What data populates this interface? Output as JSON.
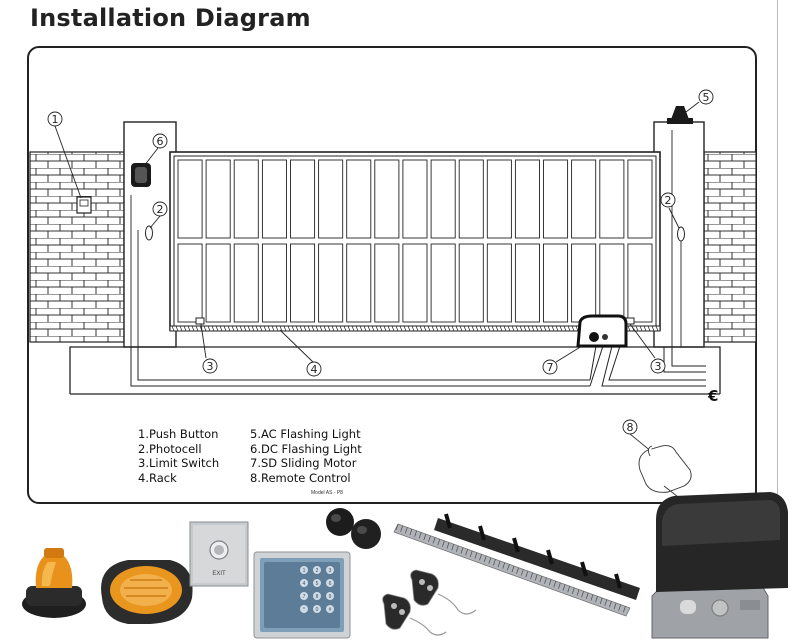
{
  "title": "Installation Diagram",
  "legend_left": [
    "1.Push Button",
    "2.Photocell",
    "3.Limit Switch",
    "4.Rack"
  ],
  "legend_right": [
    "5.AC Flashing Light",
    "6.DC Flashing Light",
    "7.SD Sliding Motor",
    "8.Remote Control"
  ],
  "model_label": "Model AS - P8",
  "callouts": {
    "n1": "1",
    "n2a": "2",
    "n2b": "2",
    "n3a": "3",
    "n3b": "3",
    "n4": "4",
    "n5": "5",
    "n6": "6",
    "n7": "7",
    "n8": "8"
  },
  "power_symbol": "€",
  "exit_label": "EXIT",
  "keypad_keys": [
    "1",
    "2",
    "3",
    "4",
    "5",
    "6",
    "7",
    "8",
    "9",
    "*",
    "0",
    "#"
  ],
  "colors": {
    "line": "#222222",
    "amber": "#e08a1a",
    "dark_plastic": "#2a2a2a",
    "metal": "#b9bcc0",
    "motor_gray": "#9fa3a8"
  },
  "icons": [
    "ac-flashing-light-icon",
    "dc-flashing-light-icon",
    "push-button-icon",
    "keypad-icon",
    "photocell-icon",
    "remote-control-icon",
    "rack-icon",
    "sliding-motor-icon"
  ]
}
